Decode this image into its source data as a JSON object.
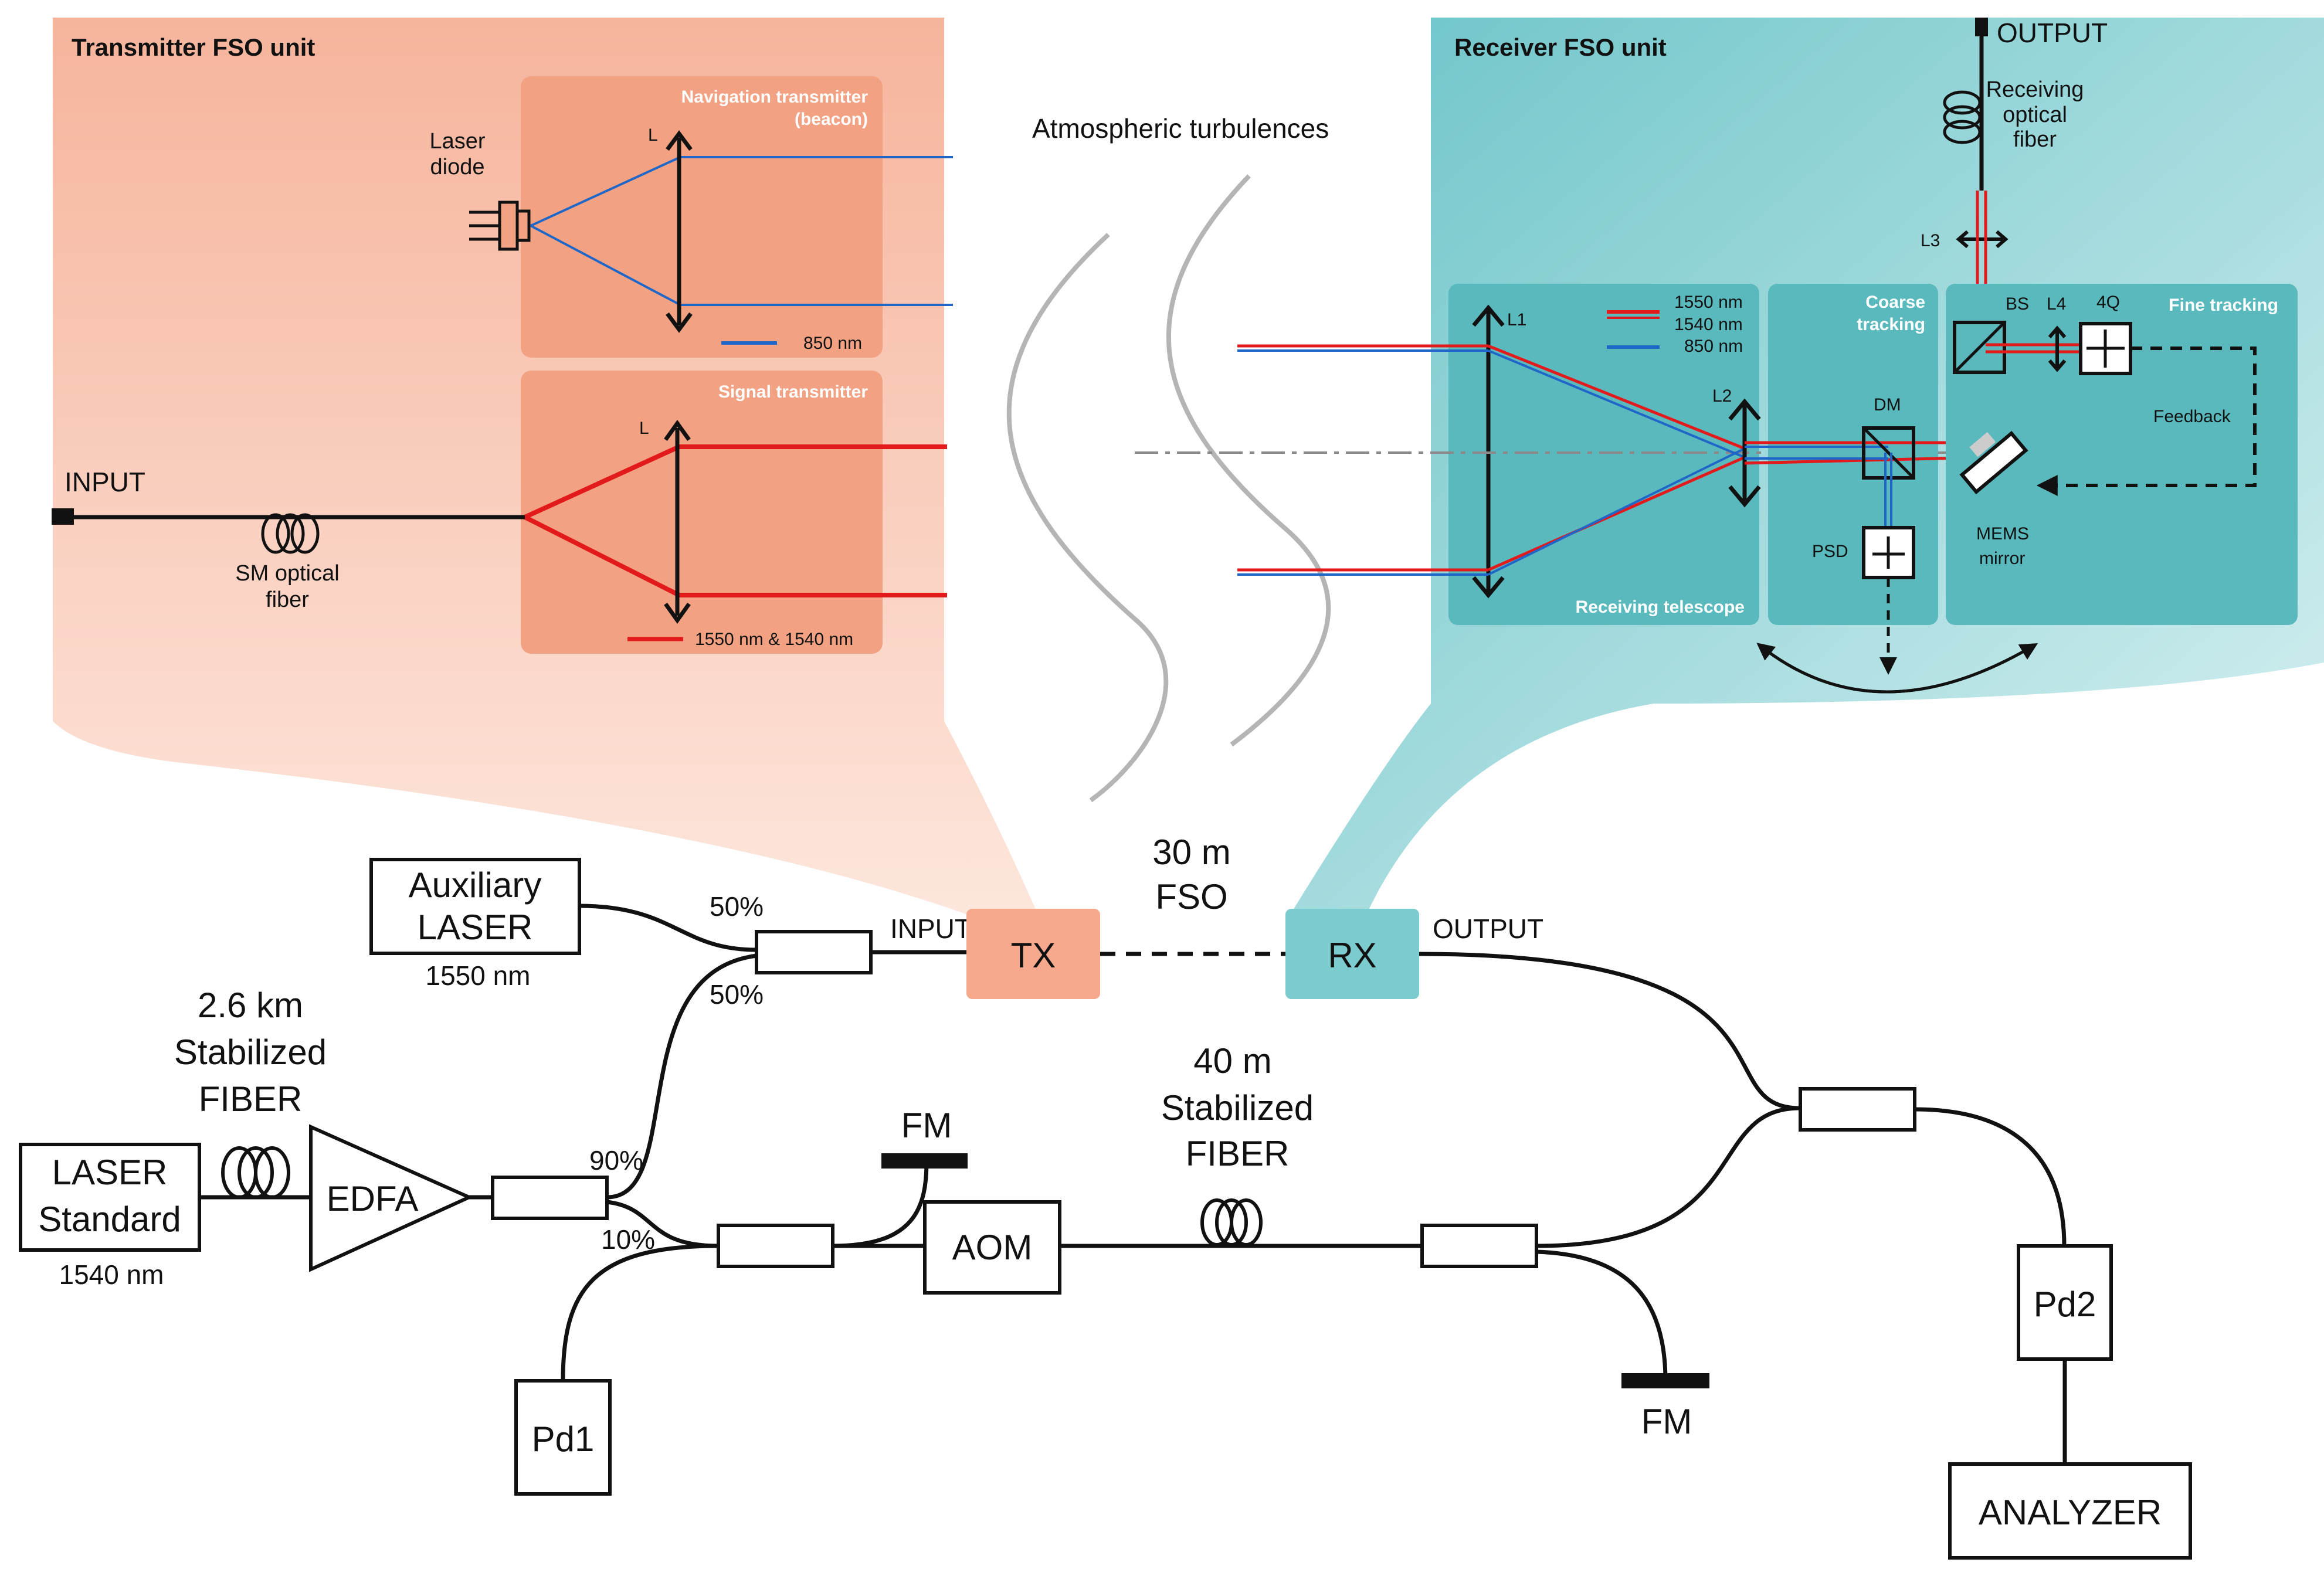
{
  "colors": {
    "tx_fill": "#f6a98d",
    "tx_panel": "#f2a282",
    "rx_fill": "#7ccbcf",
    "rx_panel": "#6cc4c8",
    "signal_red": "#e31a1c",
    "beacon_blue": "#1f66c9"
  },
  "tx_unit": {
    "title": "Transmitter FSO unit",
    "nav_title_1": "Navigation transmitter",
    "nav_title_2": "(beacon)",
    "laser_diode_1": "Laser",
    "laser_diode_2": "diode",
    "lens_label": "L",
    "nav_legend": "850 nm",
    "sig_title": "Signal transmitter",
    "sig_lens_label": "L",
    "sig_legend": "1550 nm & 1540 nm",
    "input_label": "INPUT",
    "fiber_label_1": "SM optical",
    "fiber_label_2": "fiber"
  },
  "atmosphere_label": "Atmospheric turbulences",
  "rx_unit": {
    "title": "Receiver FSO unit",
    "output_label": "OUTPUT",
    "recv_fiber_1": "Receiving",
    "recv_fiber_2": "optical",
    "recv_fiber_3": "fiber",
    "l3": "L3",
    "l1": "L1",
    "l2": "L2",
    "l4": "L4",
    "legend_1550": "1550 nm",
    "legend_1540": "1540 nm",
    "legend_850": "850 nm",
    "coarse_1": "Coarse",
    "coarse_2": "tracking",
    "fine": "Fine tracking",
    "bs": "BS",
    "q4": "4Q",
    "dm": "DM",
    "psd": "PSD",
    "feedback": "Feedback",
    "mems_1": "MEMS",
    "mems_2": "mirror",
    "telescope": "Receiving telescope"
  },
  "setup": {
    "aux_laser_1": "Auxiliary",
    "aux_laser_2": "LASER",
    "aux_nm": "1550 nm",
    "split_50a": "50%",
    "split_50b": "50%",
    "tx_input": "INPUT",
    "tx": "TX",
    "rx": "RX",
    "rx_output": "OUTPUT",
    "fso_1": "30 m",
    "fso_2": "FSO",
    "fiber26_1": "2.6 km",
    "fiber26_2": "Stabilized",
    "fiber26_3": "FIBER",
    "laser_std_1": "LASER",
    "laser_std_2": "Standard",
    "laser_nm": "1540 nm",
    "edfa": "EDFA",
    "split_90": "90%",
    "split_10": "10%",
    "fm_top": "FM",
    "aom": "AOM",
    "fiber40_1": "40 m",
    "fiber40_2": "Stabilized",
    "fiber40_3": "FIBER",
    "pd1": "Pd1",
    "fm_bottom": "FM",
    "pd2": "Pd2",
    "analyzer": "ANALYZER"
  }
}
